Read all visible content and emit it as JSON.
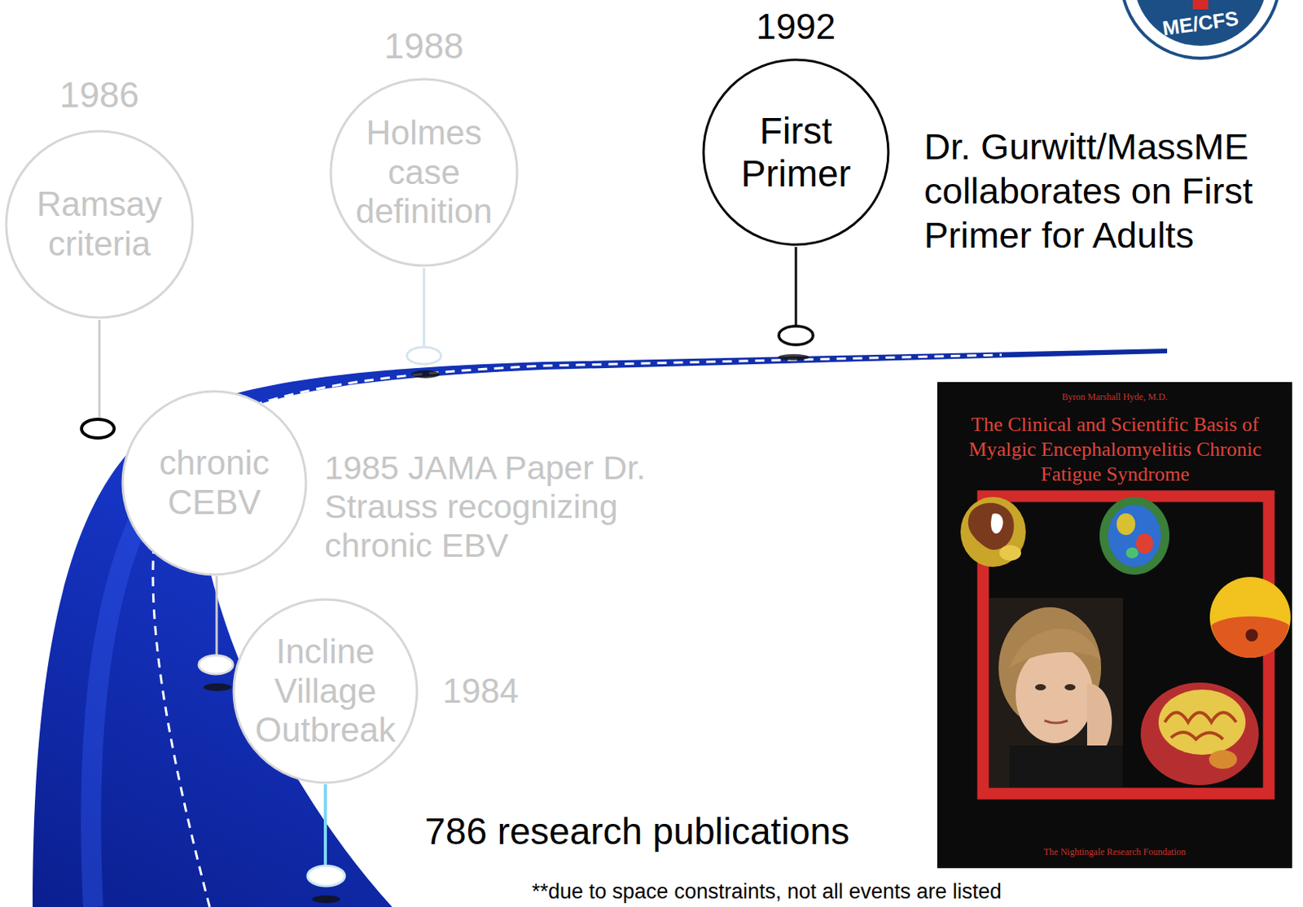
{
  "diagram": {
    "nodes": [
      {
        "text": [
          "1986",
          "Ramsay criteria"
        ]
      },
      {
        "text": [
          "1988",
          "Holmes case definition"
        ]
      },
      {
        "text": [
          "1992",
          "First Primer"
        ]
      },
      {
        "text": [
          "chronic CEBV",
          "1985 JAMA Paper Dr. Strauss recognizing chronic EBV"
        ]
      },
      {
        "text": [
          "Incline Village Outbreak",
          "1984"
        ]
      }
    ],
    "labels": [
      "Dr. Gurwitt/MassME collaborates on First Primer for Adults",
      "786 research publications",
      "**due to space constraints, not all events are listed",
      "Byron Marshall Hyde, M.D.",
      "The Clinical and Scientific Basis of Myalgic Encephalomyelitis Chronic Fatigue Syndrome",
      "The Nightingale Research Foundation",
      "ME/CFS"
    ]
  }
}
